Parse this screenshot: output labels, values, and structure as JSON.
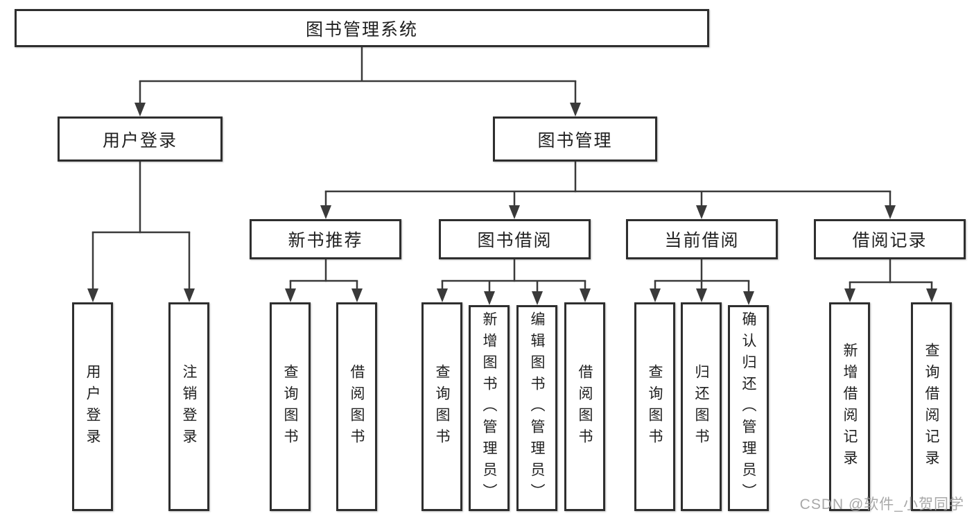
{
  "diagram": {
    "root": {
      "label": "图书管理系统"
    },
    "level2": [
      {
        "id": "user-login",
        "label": "用户登录",
        "parent": "root"
      },
      {
        "id": "book-management",
        "label": "图书管理",
        "parent": "root"
      }
    ],
    "level3": [
      {
        "id": "new-book-recommend",
        "label": "新书推荐",
        "parent": "book-management"
      },
      {
        "id": "book-borrow",
        "label": "图书借阅",
        "parent": "book-management"
      },
      {
        "id": "current-borrow",
        "label": "当前借阅",
        "parent": "book-management"
      },
      {
        "id": "borrow-records",
        "label": "借阅记录",
        "parent": "book-management"
      }
    ],
    "leaves": [
      {
        "label": "用户登录",
        "parent": "user-login"
      },
      {
        "label": "注销登录",
        "parent": "user-login"
      },
      {
        "label": "查询图书",
        "parent": "new-book-recommend"
      },
      {
        "label": "借阅图书",
        "parent": "new-book-recommend"
      },
      {
        "label": "查询图书",
        "parent": "book-borrow"
      },
      {
        "label": "新增图书（管理员）",
        "parent": "book-borrow"
      },
      {
        "label": "编辑图书（管理员）",
        "parent": "book-borrow"
      },
      {
        "label": "借阅图书",
        "parent": "book-borrow"
      },
      {
        "label": "查询图书",
        "parent": "current-borrow"
      },
      {
        "label": "归还图书",
        "parent": "current-borrow"
      },
      {
        "label": "确认归还（管理员）",
        "parent": "current-borrow"
      },
      {
        "label": "新增借阅记录",
        "parent": "borrow-records"
      },
      {
        "label": "查询借阅记录",
        "parent": "borrow-records"
      }
    ]
  },
  "watermark": {
    "text": "CSDN @软件_小贺同学"
  },
  "colors": {
    "line": "#3a3a3a",
    "box_border": "#2e2e2e",
    "text": "#1f1f1f",
    "watermark": "#9e9e9e",
    "background": "#ffffff"
  }
}
